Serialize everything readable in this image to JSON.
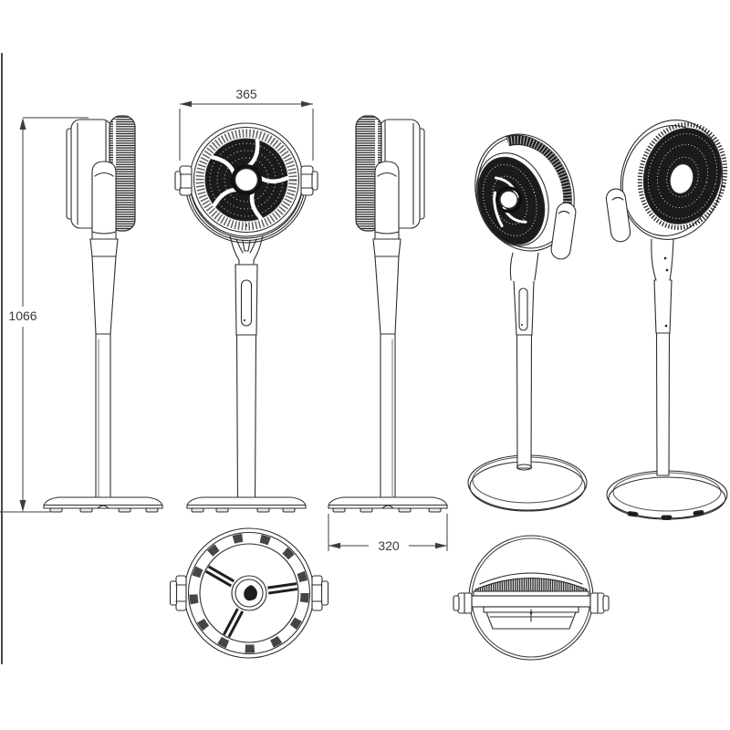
{
  "drawing": {
    "dimensions": {
      "overall_height_mm": "1066",
      "head_width_mm": "365",
      "base_depth_mm": "320"
    },
    "colors": {
      "line": "#2e2e2e",
      "dark_fill": "#1b1b1b",
      "background": "#ffffff"
    },
    "views": [
      {
        "name": "side-view-right"
      },
      {
        "name": "front-view"
      },
      {
        "name": "side-view-left"
      },
      {
        "name": "three-quarter-front-view"
      },
      {
        "name": "three-quarter-rear-view"
      },
      {
        "name": "base-bottom-view"
      },
      {
        "name": "head-top-view"
      }
    ]
  }
}
